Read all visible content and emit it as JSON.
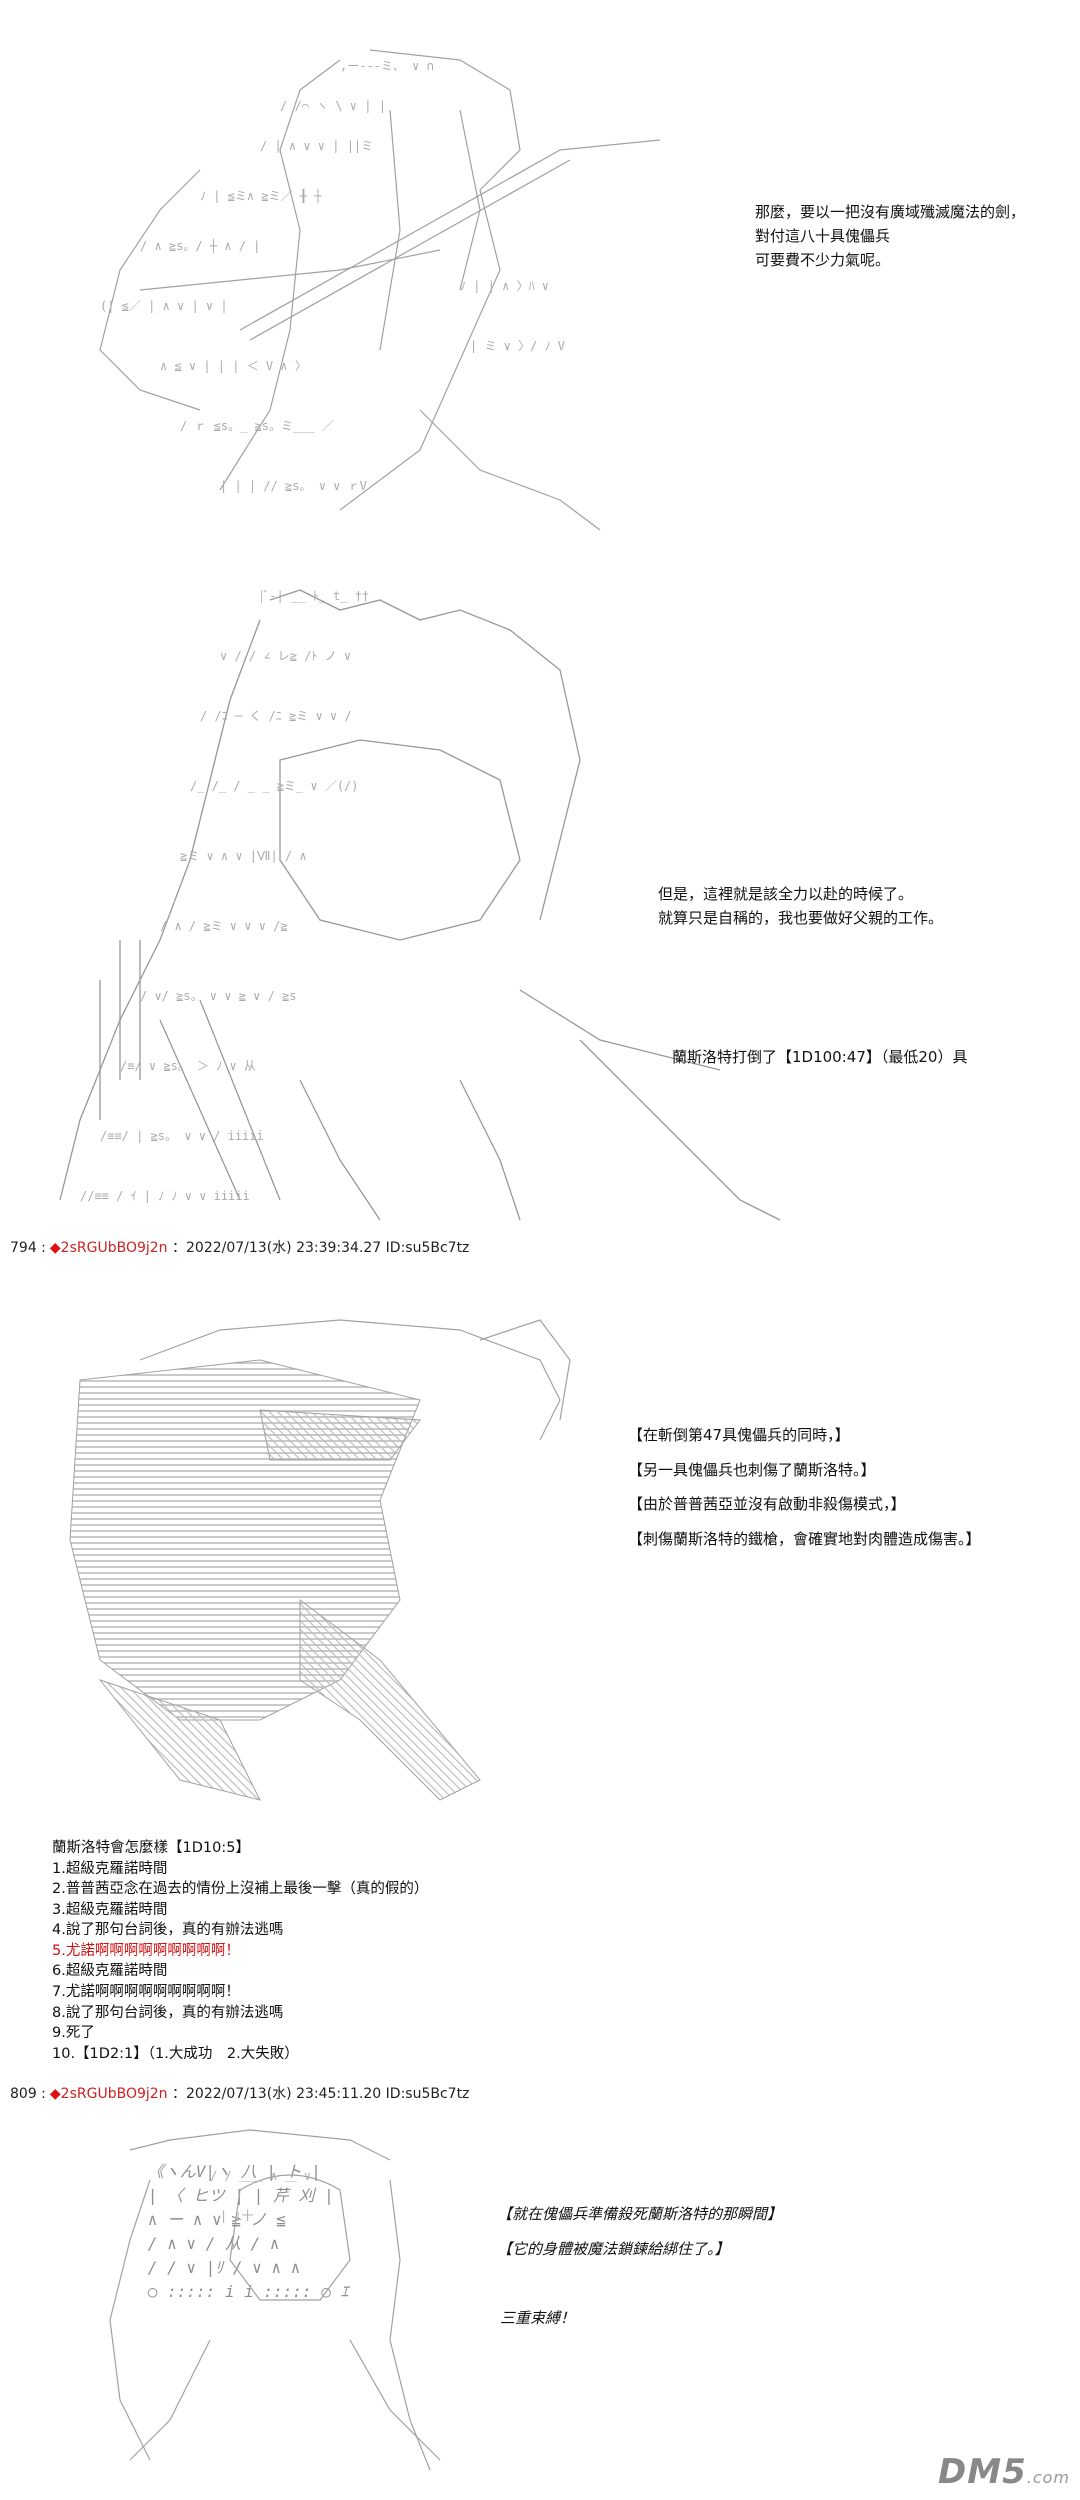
{
  "panel1": {
    "lines": [
      "那麼，要以一把沒有廣域殲滅魔法的劍，",
      "對付這八十具傀儡兵",
      "可要費不少力氣呢。"
    ]
  },
  "panel2": {
    "lines": [
      "但是，這裡就是該全力以赴的時候了。",
      "就算只是自稱的，我也要做好父親的工作。"
    ],
    "roll": "蘭斯洛特打倒了【1D100:47】（最低20）具"
  },
  "post794": {
    "number": "794 :",
    "name": "2sRGUbBO9j2n",
    "meta": "：2022/07/13(水) 23:39:34.27 ID:su5Bc7tz"
  },
  "panel3": {
    "lines": [
      "【在斬倒第47具傀儡兵的同時，】",
      "【另一具傀儡兵也刺傷了蘭斯洛特。】",
      "【由於普普茜亞並沒有啟動非殺傷模式，】",
      "【刺傷蘭斯洛特的鐵槍，會確實地對肉體造成傷害。】"
    ]
  },
  "choices": {
    "title": "蘭斯洛特會怎麼樣【1D10:5】",
    "items": [
      "1.超級克羅諾時間",
      "2.普普茜亞念在過去的情份上沒補上最後一擊（真的假的）",
      "3.超級克羅諾時間",
      "4.說了那句台詞後，真的有辦法逃嗎",
      "5.尤諾啊啊啊啊啊啊啊啊啊！",
      "6.超級克羅諾時間",
      "7.尤諾啊啊啊啊啊啊啊啊啊！",
      "8.說了那句台詞後，真的有辦法逃嗎",
      "9.死了",
      "10.【1D2:1】（1.大成功　2.大失敗）"
    ],
    "highlight_color": "#d11111"
  },
  "post809": {
    "number": "809 :",
    "name": "2sRGUbBO9j2n",
    "meta": "：2022/07/13(水) 23:45:11.20 ID:su5Bc7tz"
  },
  "panel4": {
    "lines": [
      "【就在傀儡兵準備殺死蘭斯洛特的那瞬間】",
      "【它的身體被魔法鎖鍊給綁住了。】"
    ],
    "shout": "三重束縛！"
  },
  "watermark": {
    "text": "DM5",
    "suffix": ".com"
  }
}
